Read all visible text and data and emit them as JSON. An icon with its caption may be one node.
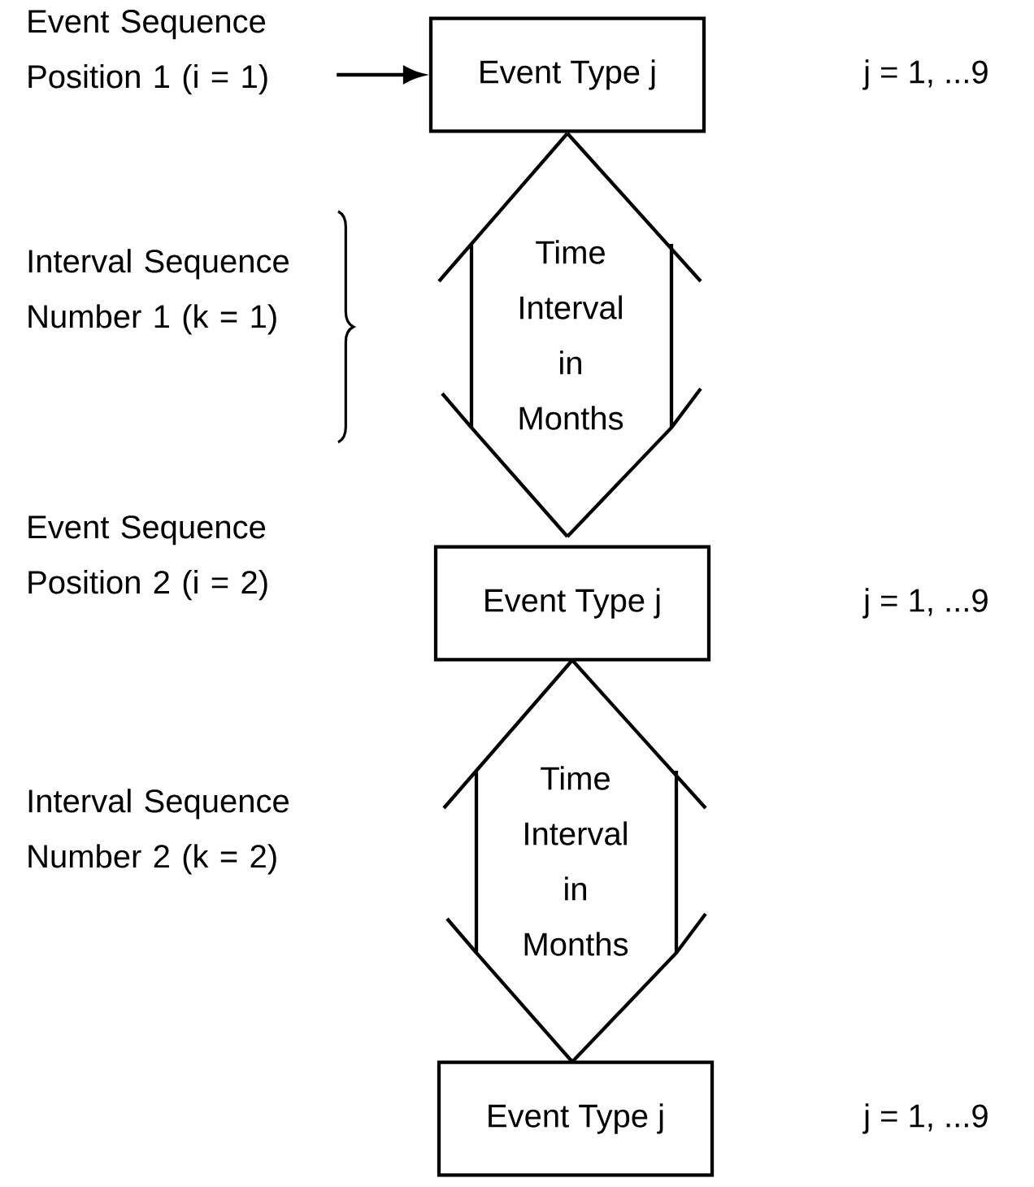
{
  "diagram": {
    "nodes": [
      {
        "text": [
          "Event Sequence Position 1 (i = 1)"
        ]
      },
      {
        "text": [
          "Event Type j"
        ]
      },
      {
        "text": [
          "Time Interval in Months"
        ]
      },
      {
        "text": [
          "Event Type j"
        ]
      },
      {
        "text": [
          "Time Interval in Months"
        ]
      },
      {
        "text": [
          "Event Type j"
        ]
      }
    ],
    "edges": [
      {
        "from": 0,
        "to": 1,
        "arrow": "to"
      }
    ],
    "labels": [
      "j = 1, ...9",
      "Interval Sequence Number 1 (k = 1)",
      "Event Sequence Position 2 (i = 2)",
      "j = 1, ...9",
      "Interval Sequence Number 2 (k = 2)",
      "j = 1, ...9"
    ]
  }
}
